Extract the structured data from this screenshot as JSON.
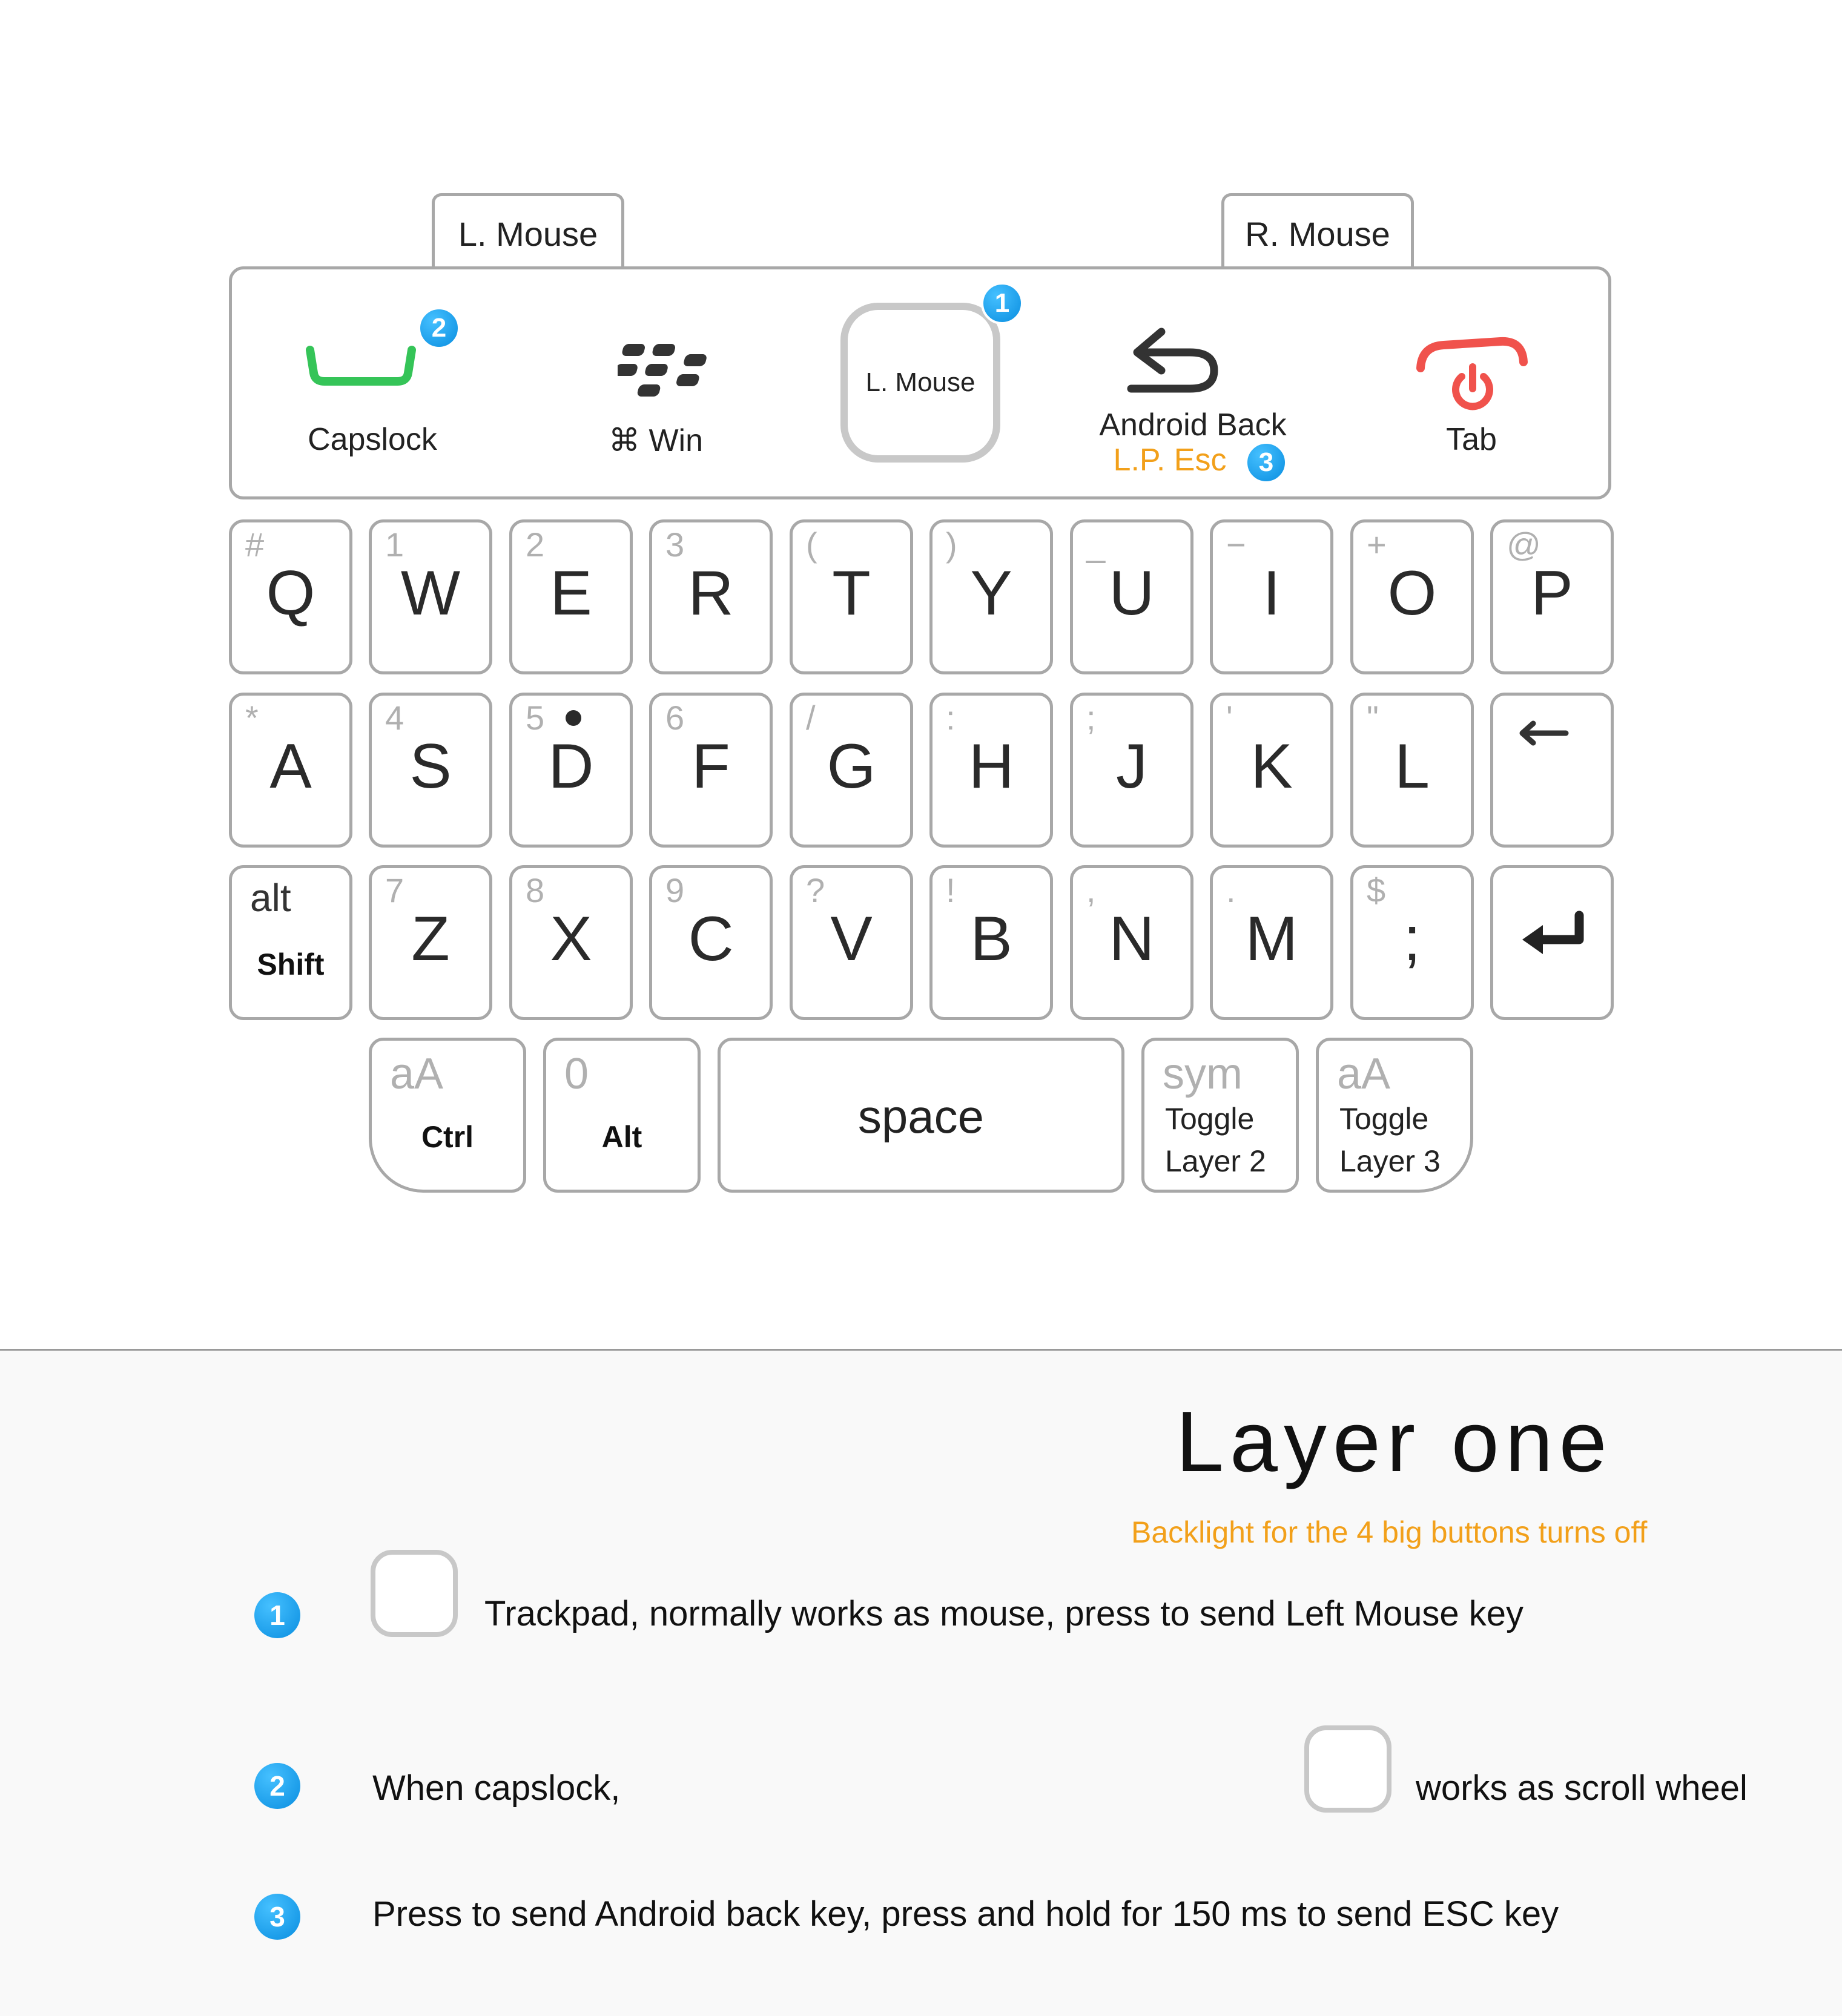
{
  "tabs": {
    "left": "L. Mouse",
    "right": "R. Mouse"
  },
  "top_buttons": {
    "capslock": "Capslock",
    "win": "⌘ Win",
    "trackpad": "L. Mouse",
    "back": "Android Back",
    "back_sub": "L.P. Esc",
    "tab": "Tab",
    "badge1": "1",
    "badge2": "2",
    "badge3": "3",
    "colors": {
      "capslock_green": "#35c458",
      "power_red": "#f0524c",
      "lp_orange": "#f2a01a",
      "badge_blue": "#0a8ee0"
    }
  },
  "rows": [
    [
      {
        "main": "Q",
        "sec": "#"
      },
      {
        "main": "W",
        "sec": "1"
      },
      {
        "main": "E",
        "sec": "2"
      },
      {
        "main": "R",
        "sec": "3"
      },
      {
        "main": "T",
        "sec": "("
      },
      {
        "main": "Y",
        "sec": ")"
      },
      {
        "main": "U",
        "sec": "_"
      },
      {
        "main": "I",
        "sec": "−"
      },
      {
        "main": "O",
        "sec": "+"
      },
      {
        "main": "P",
        "sec": "@"
      }
    ],
    [
      {
        "main": "A",
        "sec": "*"
      },
      {
        "main": "S",
        "sec": "4"
      },
      {
        "main": "D",
        "sec": "5"
      },
      {
        "main": "F",
        "sec": "6"
      },
      {
        "main": "G",
        "sec": "/"
      },
      {
        "main": "H",
        "sec": ":"
      },
      {
        "main": "J",
        "sec": ";"
      },
      {
        "main": "K",
        "sec": "'"
      },
      {
        "main": "L",
        "sec": "\""
      },
      {
        "main": "",
        "sec": "",
        "icon": "backspace-arrow-icon"
      }
    ],
    [
      {
        "main": "",
        "sec": ""
      },
      {
        "main": "Z",
        "sec": "7"
      },
      {
        "main": "X",
        "sec": "8"
      },
      {
        "main": "C",
        "sec": "9"
      },
      {
        "main": "V",
        "sec": "?"
      },
      {
        "main": "B",
        "sec": "!"
      },
      {
        "main": "N",
        "sec": ","
      },
      {
        "main": "M",
        "sec": "."
      },
      {
        "main": ";",
        "sec": "$"
      },
      {
        "main": "",
        "sec": "",
        "icon": "enter-arrow-icon"
      }
    ]
  ],
  "special_keys": {
    "shift": {
      "top": "alt",
      "label": "Shift"
    },
    "ctrl": {
      "top": "aA",
      "label": "Ctrl"
    },
    "alt": {
      "top": "0",
      "label": "Alt"
    },
    "space": "space",
    "sym": {
      "top": "sym",
      "line1": "Toggle",
      "line2": "Layer 2"
    },
    "aa": {
      "top": "aA",
      "line1": "Toggle",
      "line2": "Layer 3"
    }
  },
  "legend": {
    "title": "Layer one",
    "subtitle": "Backlight for the 4 big buttons turns off",
    "items": [
      {
        "num": "1",
        "text": "Trackpad,  normally works as mouse,  press to send Left Mouse key"
      },
      {
        "num": "2",
        "text": "When capslock,",
        "text2": "works as scroll wheel"
      },
      {
        "num": "3",
        "text": "Press to send Android back key, press and hold for 150 ms to send ESC key"
      }
    ]
  }
}
